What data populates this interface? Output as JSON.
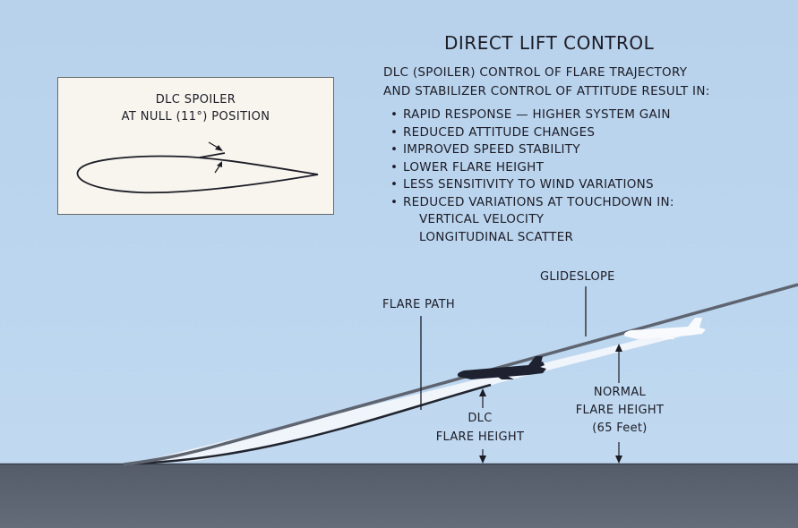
{
  "title": "DIRECT LIFT CONTROL",
  "intro_lines": [
    "DLC (SPOILER) CONTROL OF FLARE TRAJECTORY",
    "AND STABILIZER CONTROL OF ATTITUDE RESULT IN:"
  ],
  "bullet_glyph": "•",
  "bullets": [
    "RAPID RESPONSE — HIGHER SYSTEM GAIN",
    "REDUCED ATTITUDE CHANGES",
    "IMPROVED SPEED STABILITY",
    "LOWER FLARE HEIGHT",
    "LESS SENSITIVITY TO WIND VARIATIONS",
    "REDUCED VARIATIONS AT TOUCHDOWN IN:"
  ],
  "sub_items": [
    "VERTICAL VELOCITY",
    "LONGITUDINAL SCATTER"
  ],
  "inset": {
    "line1": "DLC SPOILER",
    "line2": "AT NULL (11°) POSITION"
  },
  "labels": {
    "glideslope": "GLIDESLOPE",
    "flare_path": "FLARE PATH",
    "dlc_flare_height": [
      "DLC",
      "FLARE HEIGHT"
    ],
    "normal_flare_height": [
      "NORMAL",
      "FLARE HEIGHT",
      "(65 Feet)"
    ]
  },
  "colors": {
    "sky": "#b9d3ee",
    "ground": "#5a6270",
    "ink": "#1c1c26",
    "inset_bg": "#f7f5ee",
    "glide_band": "#f2f6fb"
  }
}
